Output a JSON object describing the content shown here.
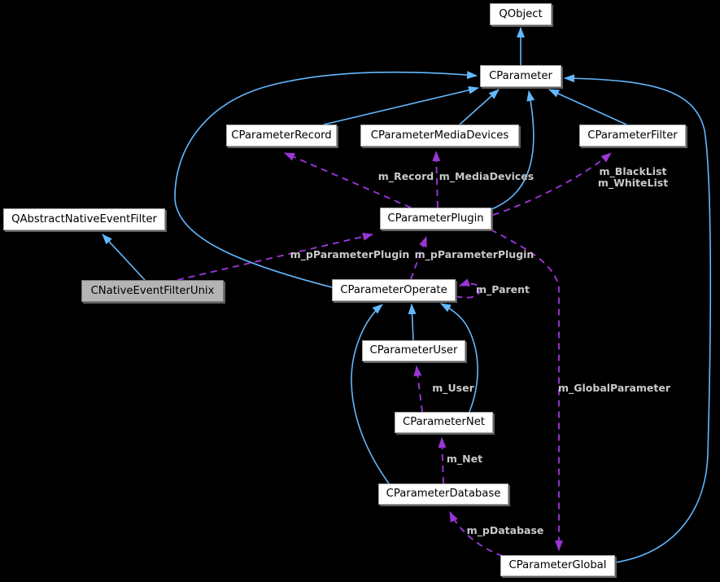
{
  "colors": {
    "background": "#000000",
    "node_fill": "#ffffff",
    "node_border": "#a9a9a9",
    "node_shadow": "#5f5f5f",
    "node_text": "#000000",
    "highlight_node_fill": "#b4b4b4",
    "highlight_node_border": "#787878",
    "inheritance_edge": "#63b8ff",
    "usage_edge": "#9a35d6",
    "edge_label_color": "#c9c9c9"
  },
  "nodes": [
    {
      "id": "qobject",
      "label": "QObject"
    },
    {
      "id": "cparameter",
      "label": "CParameter"
    },
    {
      "id": "cparameter-record",
      "label": "CParameterRecord"
    },
    {
      "id": "cparameter-media-devices",
      "label": "CParameterMediaDevices"
    },
    {
      "id": "cparameter-filter",
      "label": "CParameterFilter"
    },
    {
      "id": "cparameter-plugin",
      "label": "CParameterPlugin"
    },
    {
      "id": "qabstract-native-event-filter",
      "label": "QAbstractNativeEventFilter"
    },
    {
      "id": "cnative-event-filter-unix",
      "label": "CNativeEventFilterUnix"
    },
    {
      "id": "cparameter-operate",
      "label": "CParameterOperate"
    },
    {
      "id": "cparameter-user",
      "label": "CParameterUser"
    },
    {
      "id": "cparameter-net",
      "label": "CParameterNet"
    },
    {
      "id": "cparameter-database",
      "label": "CParameterDatabase"
    },
    {
      "id": "cparameter-global",
      "label": "CParameterGlobal"
    }
  ],
  "edge_labels": {
    "m_record": "m_Record",
    "m_mediadevices": "m_MediaDevices",
    "m_blacklist": "m_BlackList",
    "m_whitelist": "m_WhiteList",
    "m_pparameterplugin_left": "m_pParameterPlugin",
    "m_pparameterplugin_right": "m_pParameterPlugin",
    "m_parent": "m_Parent",
    "m_user": "m_User",
    "m_net": "m_Net",
    "m_pdatabase": "m_pDatabase",
    "m_globalparameter": "m_GlobalParameter"
  }
}
